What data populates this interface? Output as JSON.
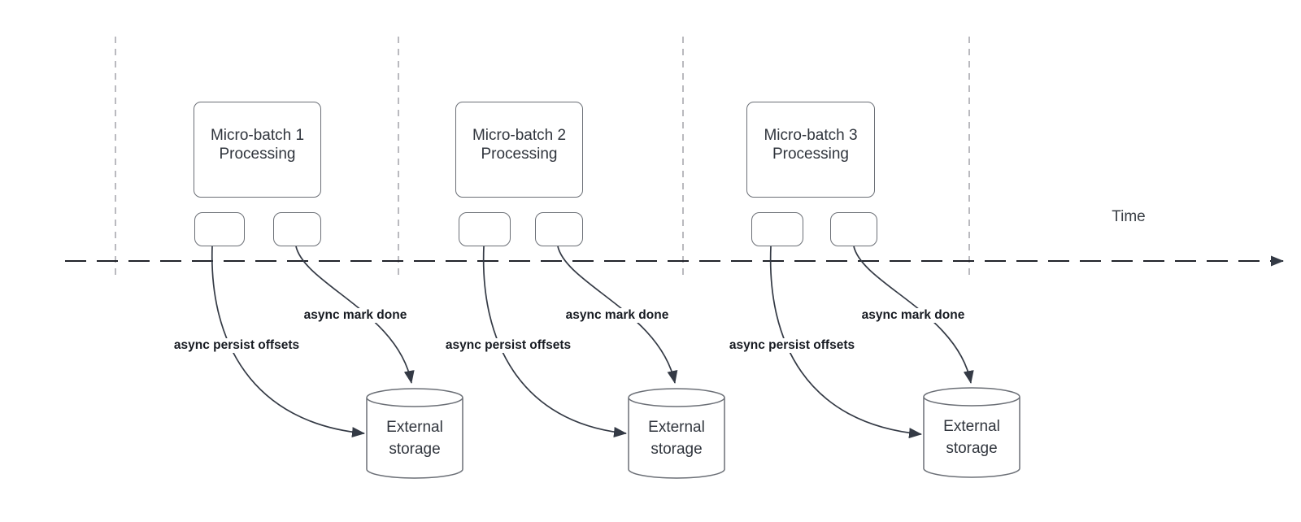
{
  "colors": {
    "background": "#ffffff",
    "timeline": "#202329",
    "curve": "#343a45",
    "shape-border": "#6b6f76",
    "shape-text": "#30353d",
    "bold-label": "#171b22",
    "gridline": "#a8a8af",
    "time-text": "#3a3f46"
  },
  "time_axis": {
    "label": "Time"
  },
  "groups": [
    {
      "box_label": "Micro-batch 1\nProcessing",
      "persist_label": "async persist offsets",
      "done_label": "async mark done",
      "storage_label": "External\nstorage"
    },
    {
      "box_label": "Micro-batch 2\nProcessing",
      "persist_label": "async persist offsets",
      "done_label": "async mark done",
      "storage_label": "External\nstorage"
    },
    {
      "box_label": "Micro-batch 3\nProcessing",
      "persist_label": "async persist offsets",
      "done_label": "async mark done",
      "storage_label": "External\nstorage"
    }
  ]
}
